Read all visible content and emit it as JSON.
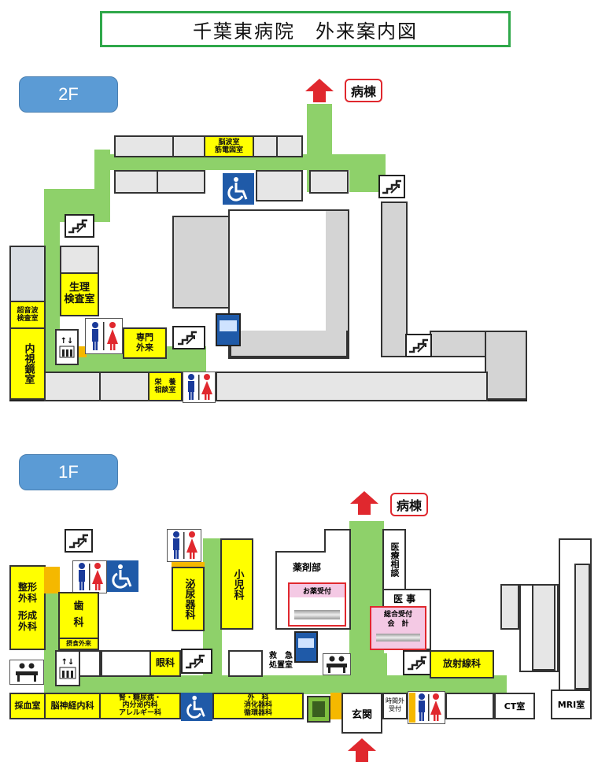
{
  "title": "千葉東病院　外来案内図",
  "ward_label": "病棟",
  "floors": [
    {
      "label": "2F",
      "rooms": {
        "brainwave": [
          "脳波室",
          "筋電図室"
        ],
        "physiology": [
          "生理",
          "検査室"
        ],
        "ultrasound": [
          "超音波",
          "検査室"
        ],
        "endoscopy": "内視鏡室",
        "specialty": [
          "専門",
          "外来"
        ],
        "nutrition": [
          "栄　養",
          "相談室"
        ]
      }
    },
    {
      "label": "1F",
      "rooms": {
        "orthopedics": [
          "整形",
          "外科"
        ],
        "plastic": [
          "形成",
          "外科"
        ],
        "dental": [
          "歯",
          "科"
        ],
        "dysphagia": "摂食外来",
        "urology": "泌尿器科",
        "pediatrics": "小児科",
        "pharmacy": "薬剤部",
        "medicine_reception": "お薬受付",
        "medical_consult": "医療相談",
        "medical_affairs": "医 事",
        "general_reception": [
          "総合受付",
          "会　計"
        ],
        "ophthalmology": "眼科",
        "emergency": [
          "救　急",
          "処置室"
        ],
        "radiology": "放射線科",
        "blood": "採血室",
        "neurology": "脳神経内科",
        "kidney": [
          "腎・糖尿病・",
          "内分泌内科",
          "アレルギー科"
        ],
        "surgery": [
          "外　科",
          "消化器科",
          "循環器科"
        ],
        "entrance": "玄関",
        "after_hours": [
          "時間外",
          "受付"
        ],
        "ct": "CT室",
        "mri": "MRI室"
      }
    }
  ],
  "icons": [
    "stairs-icon",
    "elevator-icon",
    "restroom-icon",
    "accessible-icon",
    "vending-machine-icon",
    "waiting-bench-icon",
    "atm-icon",
    "arrow-up-icon"
  ],
  "colors": {
    "corridor": "#8ed16a",
    "clinic": "#ffff00",
    "frame": "#2fa84a",
    "badge": "#5b9bd5",
    "ward": "#e0282e"
  }
}
